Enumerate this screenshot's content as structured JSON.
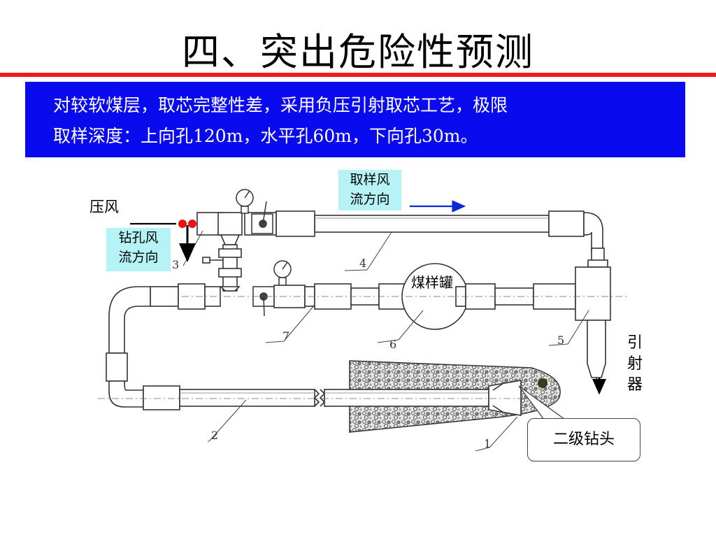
{
  "title": "四、突出危险性预测",
  "banner": {
    "line1": "对较软煤层，取芯完整性差，采用负压引射取芯工艺，极限",
    "line2": "取样深度：上向孔120m，水平孔60m，下向孔30m。"
  },
  "labels": {
    "pressure_air": "压风",
    "drill_air_line1": "钻孔风",
    "drill_air_line2": "流方向",
    "sample_air_line1": "取样风",
    "sample_air_line2": "流方向",
    "coal_tank": "煤样罐",
    "ejector": "引射器",
    "ejector_chars": [
      "引",
      "射",
      "器"
    ],
    "drill_bit": "二级钻头"
  },
  "part_numbers": [
    "1",
    "2",
    "3",
    "4",
    "5",
    "6",
    "7"
  ],
  "colors": {
    "banner_bg": "#0a0aee",
    "title_rule": "#ee1c1c",
    "label_box": "#b6f3f6",
    "flow_arrow": "#0a2ad8",
    "valve_red": "#ee1111",
    "coal_dot": "#3a3a1a"
  }
}
